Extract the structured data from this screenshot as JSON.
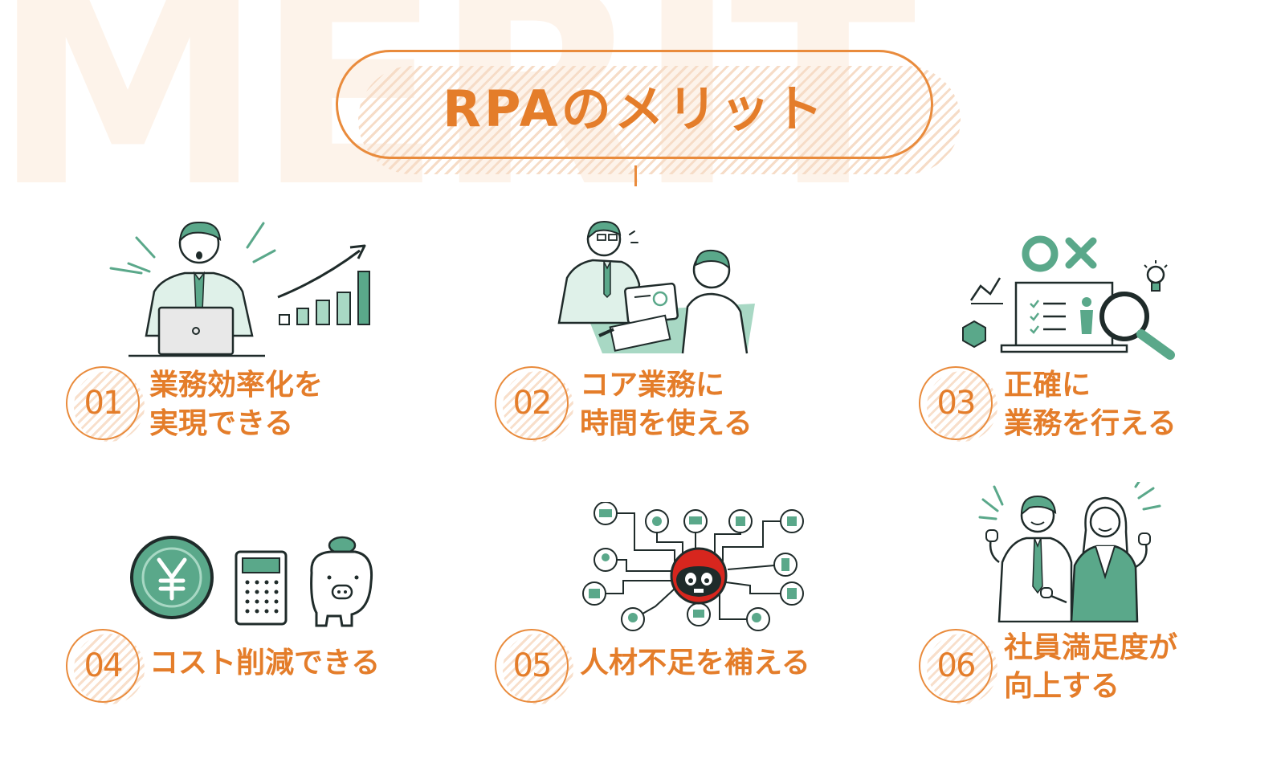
{
  "background_word": "MERIT",
  "title": "RPAのメリット",
  "colors": {
    "accent": "#e47d2a",
    "green": "#5aa88a",
    "light_green": "#a8d8c4",
    "ink": "#1f2b2a"
  },
  "merits": [
    {
      "number": "01",
      "line1": "業務効率化を",
      "line2": "実現できる",
      "icon": "businessman-growth-chart-icon"
    },
    {
      "number": "02",
      "line1": "コア業務に",
      "line2": "時間を使える",
      "icon": "consultation-meeting-icon"
    },
    {
      "number": "03",
      "line1": "正確に",
      "line2": "業務を行える",
      "icon": "accurate-checklist-magnifier-icon"
    },
    {
      "number": "04",
      "line1": "コスト削減できる",
      "line2": "",
      "icon": "yen-calculator-piggybank-icon"
    },
    {
      "number": "05",
      "line1": "人材不足を補える",
      "line2": "",
      "icon": "robot-network-icon"
    },
    {
      "number": "06",
      "line1": "社員満足度が",
      "line2": "向上する",
      "icon": "happy-employees-icon"
    }
  ]
}
